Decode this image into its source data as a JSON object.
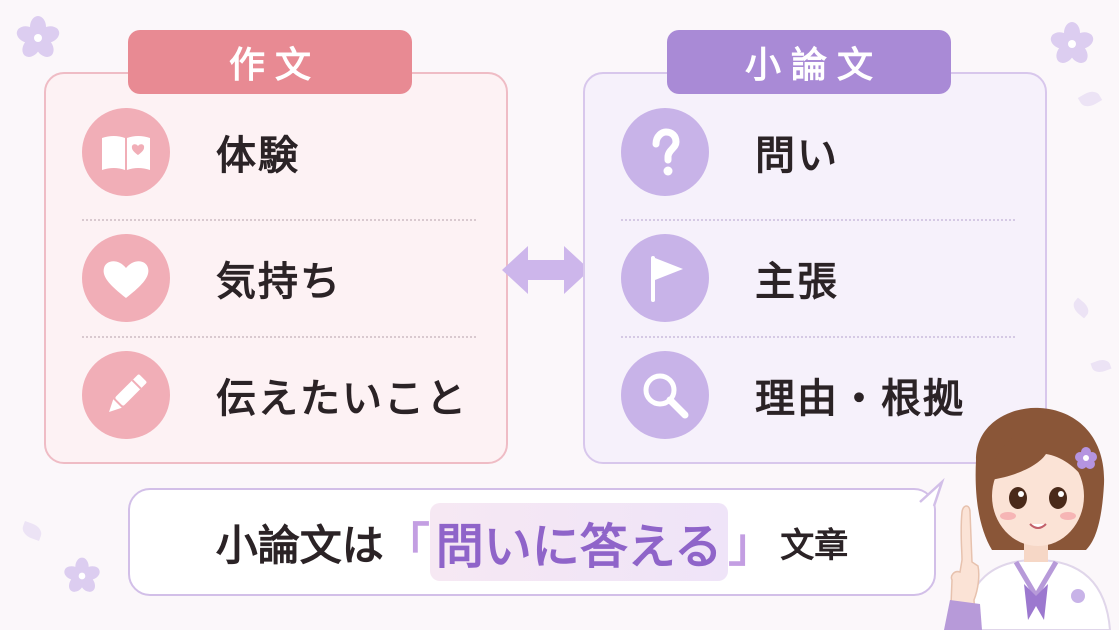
{
  "left_panel": {
    "tab_label": "作文",
    "items": [
      {
        "label": "体験",
        "icon": "open-book-heart-icon"
      },
      {
        "label": "気持ち",
        "icon": "heart-icon"
      },
      {
        "label": "伝えたいこと",
        "icon": "pencil-icon"
      }
    ]
  },
  "right_panel": {
    "tab_label": "小論文",
    "items": [
      {
        "label": "問い",
        "icon": "question-mark-icon"
      },
      {
        "label": "主張",
        "icon": "flag-icon"
      },
      {
        "label": "理由・根拠",
        "icon": "magnifier-icon"
      }
    ]
  },
  "connector_icon": "double-arrow-icon",
  "banner": {
    "prefix": "小論文は",
    "open_bracket": "「",
    "highlight": "問いに答える",
    "close_bracket": "」",
    "suffix": "文章"
  },
  "colors": {
    "left_accent": "#e88a93",
    "right_accent": "#a98ad6",
    "highlight_text": "#8f64c9",
    "background": "#fbf7fa"
  }
}
